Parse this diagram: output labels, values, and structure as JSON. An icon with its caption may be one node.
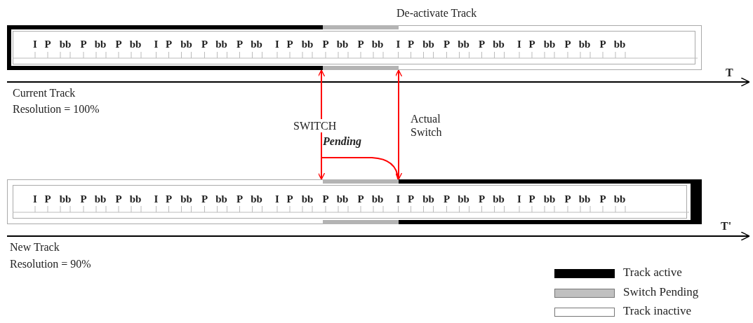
{
  "diagram": {
    "nodes": [
      {
        "text": [],
        "shape": "bar"
      },
      {
        "text": [],
        "shape": "bar"
      }
    ],
    "edges": [
      {
        "from": 0,
        "to": 1,
        "arrow": "both"
      },
      {
        "from": 0,
        "to": 1,
        "arrow": "both"
      }
    ],
    "labels": [
      "De-activate Track",
      "I",
      "P",
      "bb",
      "P",
      "bb",
      "P",
      "bb",
      "I",
      "P",
      "bb",
      "P",
      "bb",
      "P",
      "bb",
      "I",
      "P",
      "bb",
      "P",
      "bb",
      "P",
      "bb",
      "I",
      "P",
      "bb",
      "P",
      "bb",
      "P",
      "bb",
      "I",
      "P",
      "bb",
      "P",
      "bb",
      "P",
      "bb",
      "T",
      "Current Track",
      "Resolution = 100%",
      "SWITCH",
      "Actual Switch",
      "Pending",
      "I",
      "P",
      "bb",
      "P",
      "bb",
      "P",
      "bb",
      "I",
      "P",
      "bb",
      "P",
      "bb",
      "P",
      "bb",
      "I",
      "P",
      "bb",
      "P",
      "bb",
      "P",
      "bb",
      "I",
      "P",
      "bb",
      "P",
      "bb",
      "P",
      "bb",
      "I",
      "P",
      "bb",
      "P",
      "bb",
      "P",
      "bb",
      "T'",
      "New Track",
      "Resolution = 90%"
    ],
    "legend": [
      {
        "text": "Track active",
        "color": "#000000"
      },
      {
        "text": "Switch Pending",
        "color": "#c0c0c0"
      },
      {
        "text": "Track inactive",
        "color": "#ffffff"
      }
    ]
  }
}
